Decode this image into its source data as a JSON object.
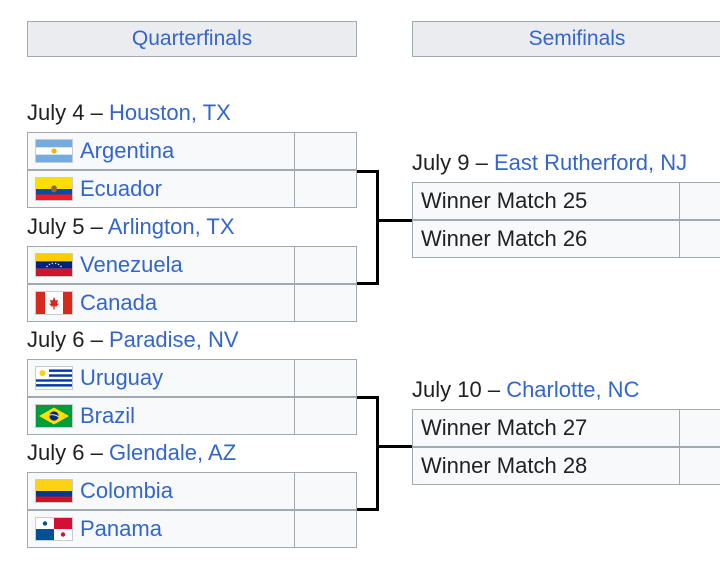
{
  "headers": {
    "quarterfinals": "Quarterfinals",
    "semifinals": "Semifinals"
  },
  "quarterfinals": [
    {
      "date": "July 4",
      "sep": " – ",
      "venue": "Houston, TX",
      "teams": [
        {
          "name": "Argentina",
          "flag": "argentina-flag-icon"
        },
        {
          "name": "Ecuador",
          "flag": "ecuador-flag-icon"
        }
      ]
    },
    {
      "date": "July 5",
      "sep": " – ",
      "venue": "Arlington, TX",
      "teams": [
        {
          "name": "Venezuela",
          "flag": "venezuela-flag-icon"
        },
        {
          "name": "Canada",
          "flag": "canada-flag-icon"
        }
      ]
    },
    {
      "date": "July 6",
      "sep": " – ",
      "venue": "Paradise, NV",
      "teams": [
        {
          "name": "Uruguay",
          "flag": "uruguay-flag-icon"
        },
        {
          "name": "Brazil",
          "flag": "brazil-flag-icon"
        }
      ]
    },
    {
      "date": "July 6",
      "sep": " – ",
      "venue": "Glendale, AZ",
      "teams": [
        {
          "name": "Colombia",
          "flag": "colombia-flag-icon"
        },
        {
          "name": "Panama",
          "flag": "panama-flag-icon"
        }
      ]
    }
  ],
  "semifinals": [
    {
      "date": "July 9",
      "sep": " – ",
      "venue": "East Rutherford, NJ",
      "teams": [
        "Winner Match 25",
        "Winner Match 26"
      ]
    },
    {
      "date": "July 10",
      "sep": " – ",
      "venue": "Charlotte, NC",
      "teams": [
        "Winner Match 27",
        "Winner Match 28"
      ]
    }
  ],
  "colors": {
    "link": "#3366cc",
    "header_bg": "#eaecf0",
    "row_bg": "#f8f9fa",
    "border": "#a2a9b1",
    "connector": "#000000"
  }
}
